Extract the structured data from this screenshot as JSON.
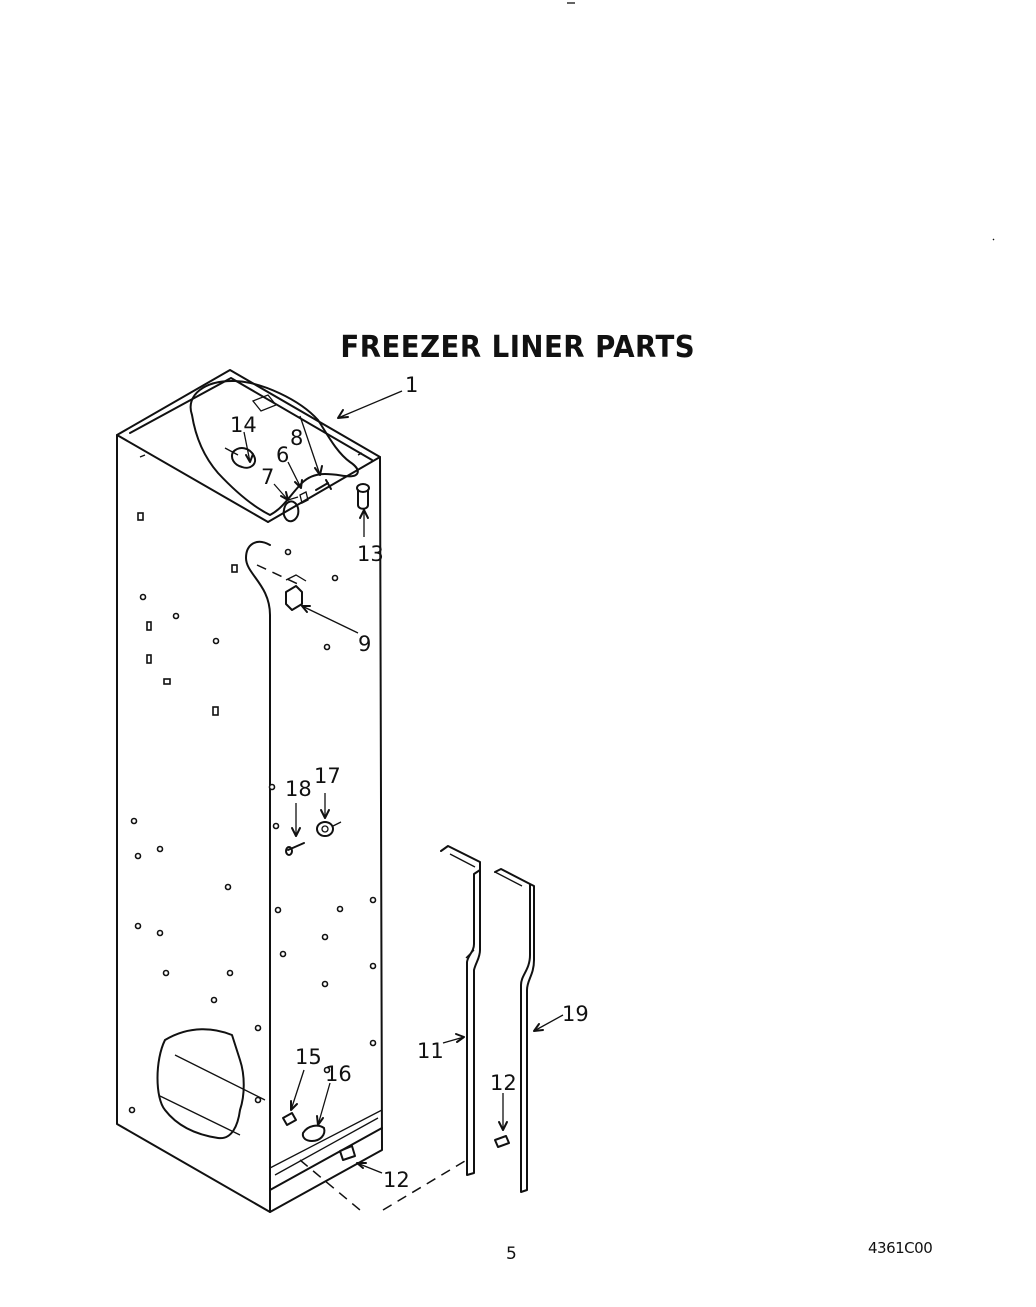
{
  "title": "FREEZER LINER PARTS",
  "page_number": "5",
  "diagram_code": "4361C00",
  "callouts": [
    "1",
    "14",
    "8",
    "6",
    "7",
    "13",
    "9",
    "17",
    "18",
    "15",
    "16",
    "12",
    "11",
    "12",
    "19"
  ]
}
